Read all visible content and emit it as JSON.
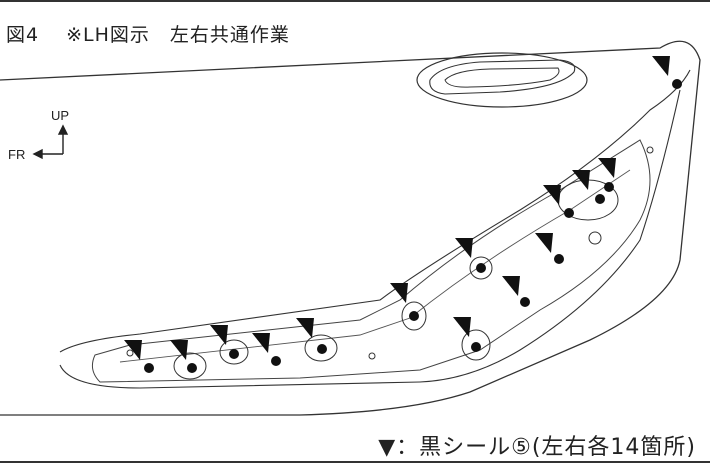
{
  "title": "図4　 ※LH図示　左右共通作業",
  "direction": {
    "up_label": "UP",
    "front_label": "FR"
  },
  "legend": {
    "symbol": "▼",
    "text": "：黒シール⑤(左右各14箇所)"
  },
  "seal_count": 14,
  "colors": {
    "line": "#333333",
    "marker": "#111111"
  }
}
